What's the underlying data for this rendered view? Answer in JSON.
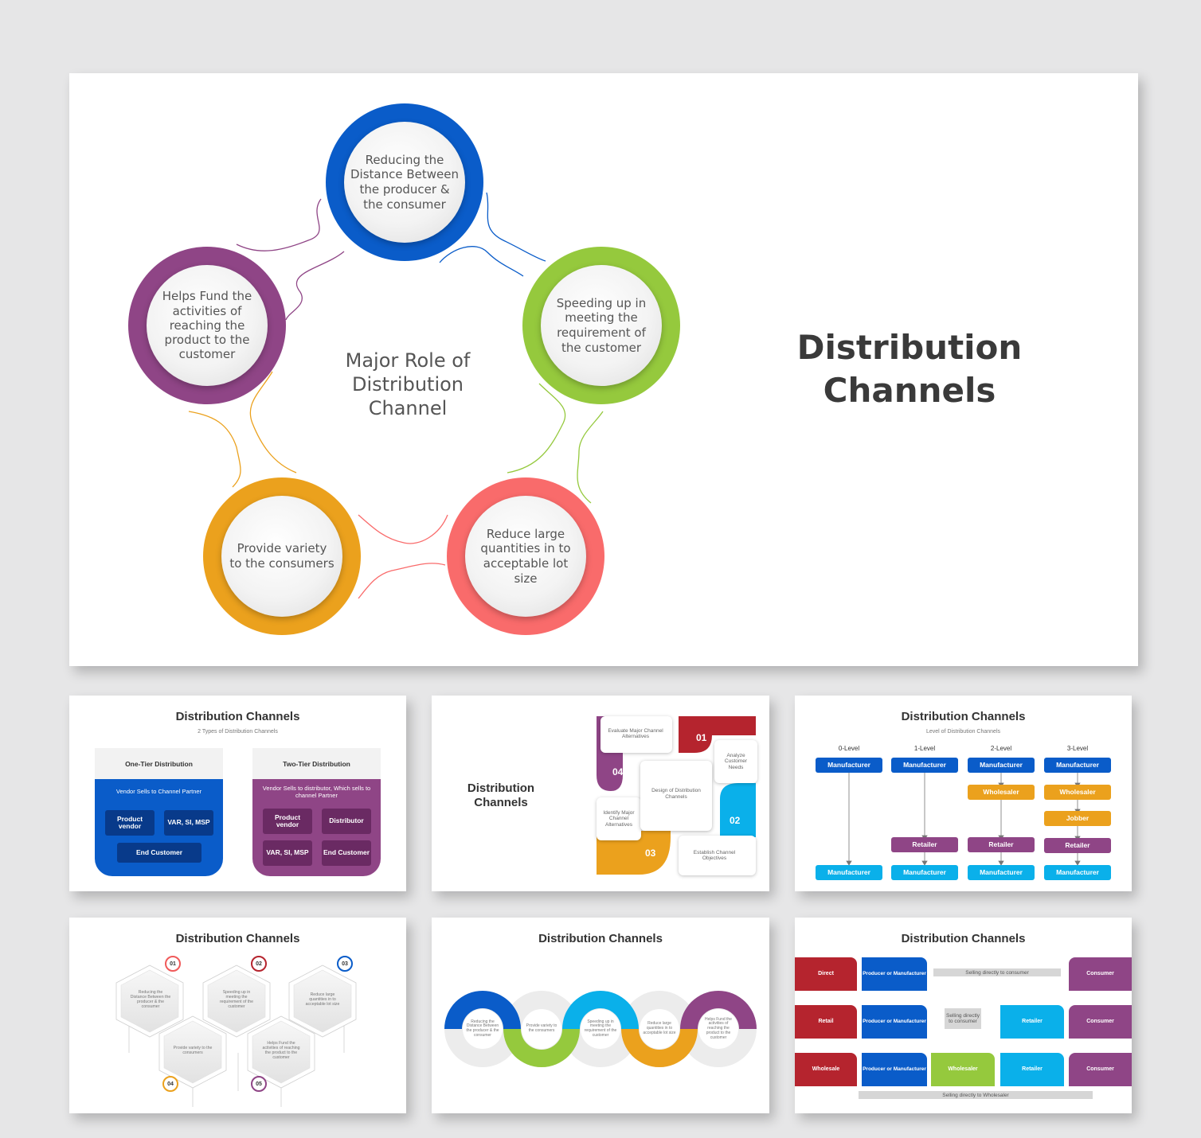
{
  "main": {
    "title_line1": "Distribution",
    "title_line2": "Channels",
    "center_line1": "Major Role of",
    "center_line2": "Distribution",
    "center_line3": "Channel",
    "roles": [
      {
        "text": "Reducing the Distance Between the producer & the consumer",
        "color": "#0a5cc9"
      },
      {
        "text": "Speeding up in meeting the requirement of the customer",
        "color": "#95c93d"
      },
      {
        "text": "Reduce large quantities in to acceptable lot size",
        "color": "#f96b6b"
      },
      {
        "text": "Provide variety to the consumers",
        "color": "#eba11d"
      },
      {
        "text": "Helps Fund the activities of reaching the product to the customer",
        "color": "#8f4586"
      }
    ]
  },
  "t1": {
    "title": "Distribution Channels",
    "subtitle": "2 Types of Distribution Channels",
    "one_tier": {
      "header": "One-Tier Distribution",
      "desc": "Vendor Sells to Channel Partner",
      "b1": "Product vendor",
      "b2": "VAR, SI, MSP",
      "b3": "End Customer",
      "color": "#0a5cc9"
    },
    "two_tier": {
      "header": "Two-Tier Distribution",
      "desc": "Vendor Sells to distributor, Which sells to channel Partner",
      "b1": "Product vendor",
      "b2": "Distributor",
      "b3": "VAR, SI, MSP",
      "b4": "End Customer",
      "color": "#8f4586"
    }
  },
  "t2": {
    "title": "Distribution Channels",
    "center": "Design of Distribution Channels",
    "n01": "01",
    "n02": "02",
    "n03": "03",
    "n04": "04",
    "l01": "Analyze Customer Needs",
    "l02": "Establish Channel Objectives",
    "l03": "Identify Major Channel Alternatives",
    "l04": "Evaluate Major Channel Alternatives"
  },
  "t3": {
    "title": "Distribution Channels",
    "subtitle": "Level of Distribution Channels",
    "levels": [
      "0-Level",
      "1-Level",
      "2-Level",
      "3-Level"
    ],
    "manufacturer": "Manufacturer",
    "wholesaler": "Wholesaler",
    "jobber": "Jobber",
    "retailer": "Retailer"
  },
  "t4": {
    "title": "Distribution Channels",
    "items": [
      {
        "num": "01",
        "text": "Reducing the Distance Between the producer & the consumer",
        "color": "#f05a5a"
      },
      {
        "num": "02",
        "text": "Speeding up in meeting the requirement of the customer",
        "color": "#b5242e"
      },
      {
        "num": "03",
        "text": "Reduce large quantities in to acceptable lot size",
        "color": "#0a5cc9"
      },
      {
        "num": "04",
        "text": "Provide variety to the consumers",
        "color": "#eba11d"
      },
      {
        "num": "05",
        "text": "Helps Fund the activities of reaching the product to the customer",
        "color": "#8f4586"
      }
    ]
  },
  "t5": {
    "title": "Distribution Channels",
    "items": [
      {
        "text": "Reducing the Distance Between the producer & the consumer",
        "color": "#0a5cc9"
      },
      {
        "text": "Provide variety to the consumers",
        "color": "#95c93d"
      },
      {
        "text": "Speeding up in meeting the requirement of the customer",
        "color": "#0ab0ea"
      },
      {
        "text": "Reduce large quantities in to acceptable lot size",
        "color": "#eba11d"
      },
      {
        "text": "Helps Fund the activities of reaching the product to the customer",
        "color": "#8f4586"
      }
    ]
  },
  "t6": {
    "title": "Distribution Channels",
    "direct": "Direct",
    "retail": "Retail",
    "wholesale": "Wholesale",
    "producer": "Producer or Manufacturer",
    "consumer": "Consumer",
    "retailer": "Retailer",
    "wholesaler": "Wholesaler",
    "sell_consumer": "Selling directly to consumer",
    "sell_consumer2": "Selling directly to consumer",
    "sell_wholesaler": "Selling directly to Wholesaler"
  }
}
